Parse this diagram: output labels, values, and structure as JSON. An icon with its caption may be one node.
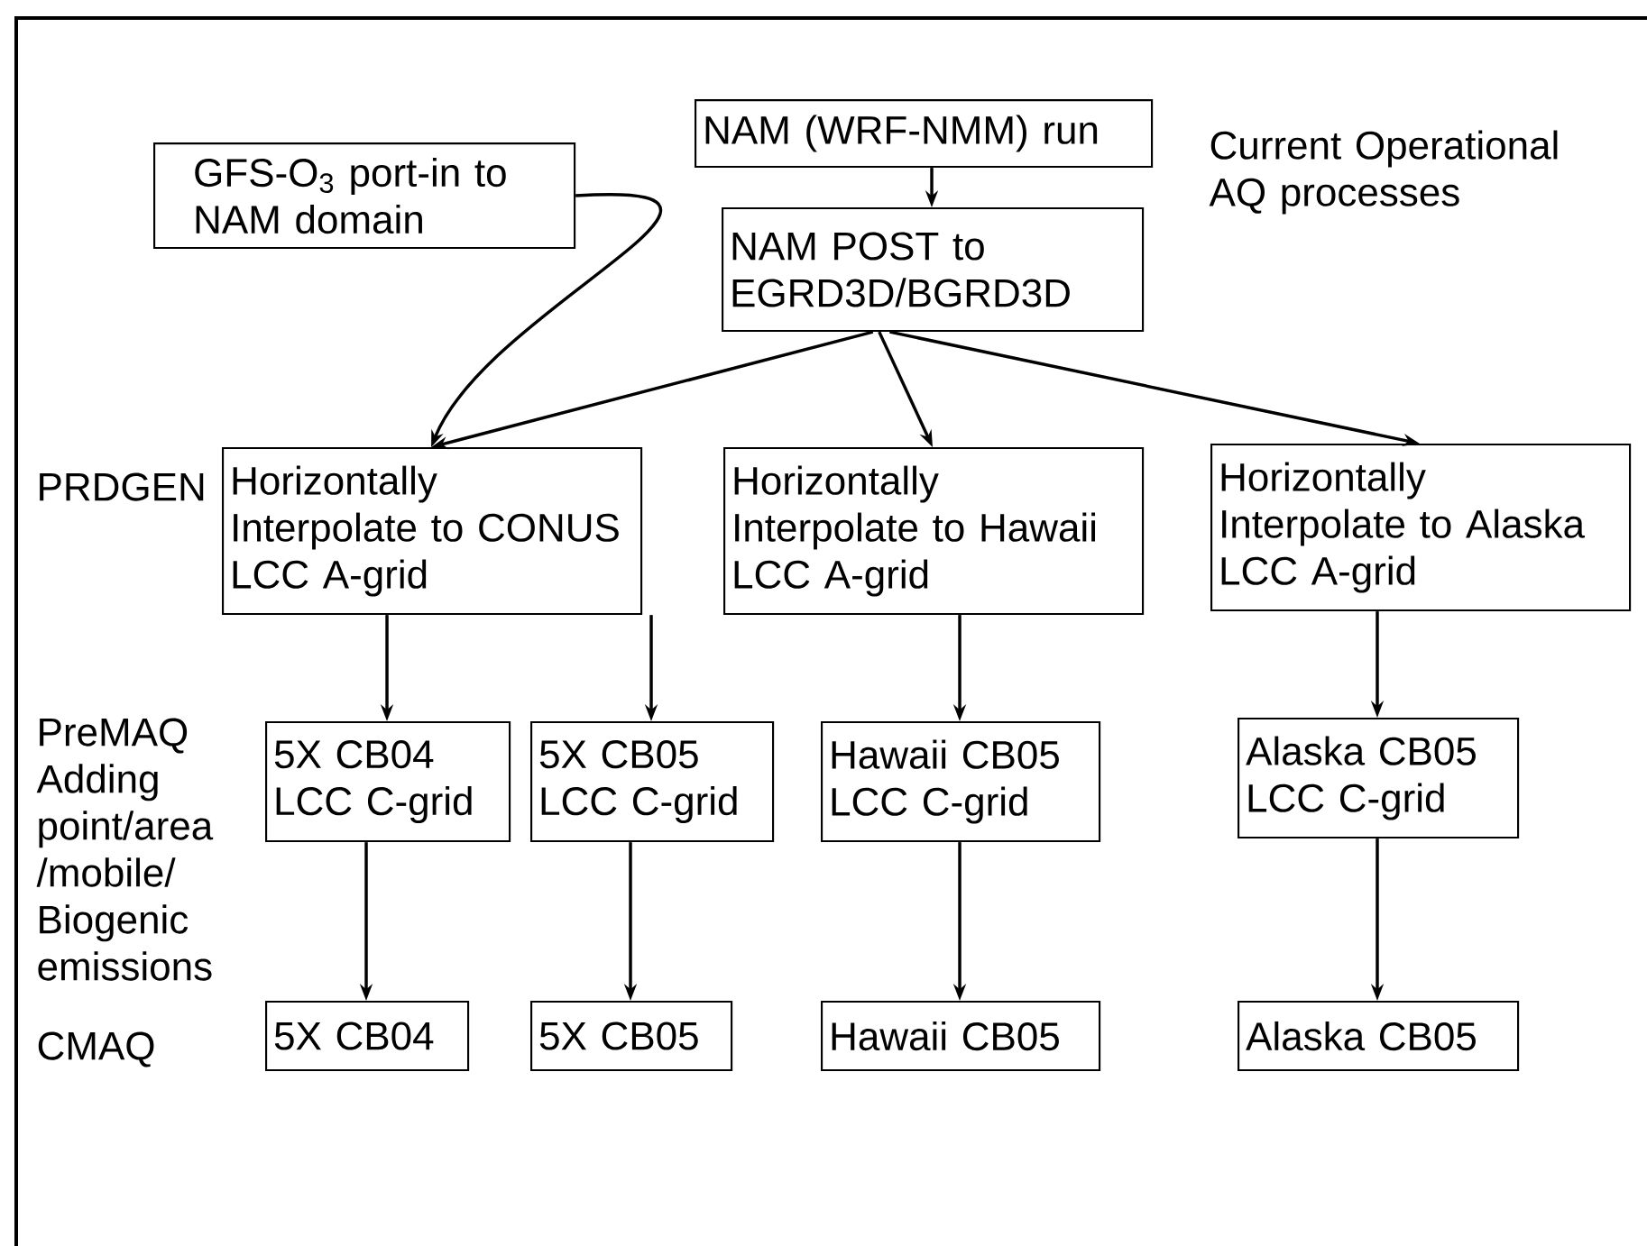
{
  "diagram": {
    "nodes": [
      {
        "text": [
          "GFS-O$_{3}$ port-in to NAM domain"
        ]
      },
      {
        "text": [
          "NAM (WRF-NMM) run"
        ]
      },
      {
        "text": [
          "NAM POST to EGRD3D/BGRD3D"
        ]
      },
      {
        "text": [
          "Horizontally Interpolate to CONUS LCC A-grid"
        ]
      },
      {
        "text": [
          "Horizontally Interpolate to Hawaii LCC A-grid"
        ]
      },
      {
        "text": [
          "Horizontally Interpolate to Alaska LCC A-grid"
        ]
      },
      {
        "text": [
          "5X CB04 LCC C-grid"
        ]
      },
      {
        "text": [
          "5X CB05 LCC C-grid"
        ]
      },
      {
        "text": [
          "Hawaii CB05 LCC C-grid"
        ]
      },
      {
        "text": [
          "Alaska CB05 LCC C-grid"
        ]
      },
      {
        "text": [
          "5X CB04"
        ]
      },
      {
        "text": [
          "5X CB05"
        ]
      },
      {
        "text": [
          "Hawaii CB05"
        ]
      },
      {
        "text": [
          "Alaska CB05"
        ]
      }
    ],
    "edges": [
      {
        "from": 1,
        "to": 2,
        "arrow": "to"
      },
      {
        "from": 0,
        "to": 3,
        "arrow": "to"
      },
      {
        "from": 2,
        "to": 3,
        "arrow": "to"
      },
      {
        "from": 2,
        "to": 4,
        "arrow": "to"
      },
      {
        "from": 2,
        "to": 5,
        "arrow": "to"
      },
      {
        "from": 3,
        "to": 6,
        "arrow": "to"
      },
      {
        "from": 3,
        "to": 7,
        "arrow": "to"
      },
      {
        "from": 4,
        "to": 8,
        "arrow": "to"
      },
      {
        "from": 5,
        "to": 9,
        "arrow": "to"
      },
      {
        "from": 6,
        "to": 10,
        "arrow": "to"
      },
      {
        "from": 7,
        "to": 11,
        "arrow": "to"
      },
      {
        "from": 8,
        "to": 12,
        "arrow": "to"
      },
      {
        "from": 9,
        "to": 13,
        "arrow": "to"
      }
    ],
    "labels": [
      "Current Operational AQ processes",
      "PRDGEN",
      "PreMAQ Adding point/area /mobile/ Biogenic emissions",
      "CMAQ"
    ]
  }
}
